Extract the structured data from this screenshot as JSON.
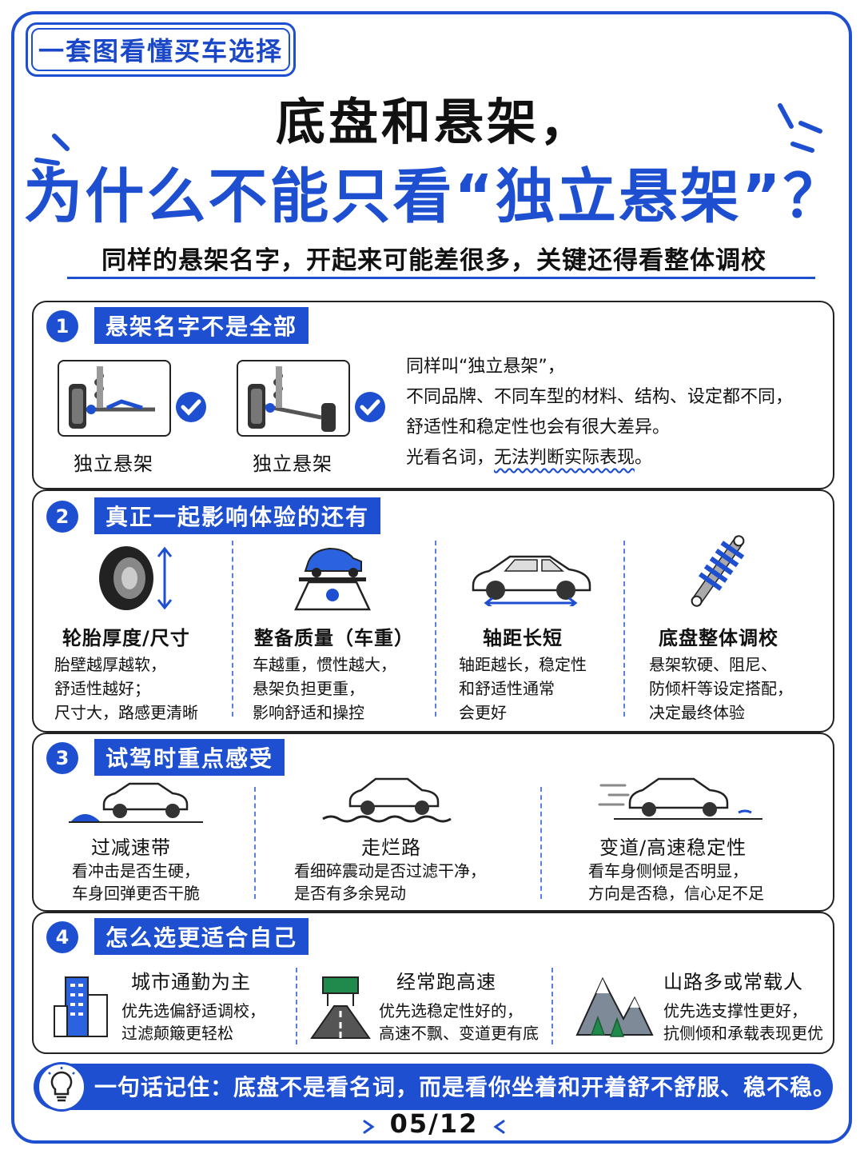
{
  "series_tag": "一套图看懂买车选择",
  "title_line1": "底盘和悬架，",
  "title_line2": "为什么不能只看“独立悬架”？",
  "subtitle": "同样的悬架名字，开起来可能差很多，关键还得看整体调校",
  "section1": {
    "number": "1",
    "title": "悬架名字不是全部",
    "items": [
      {
        "label": "独立悬架",
        "icon": "suspension-icon"
      },
      {
        "label": "独立悬架",
        "icon": "suspension-icon"
      }
    ],
    "text_lines": [
      "同样叫“独立悬架”，",
      "不同品牌、不同车型的材料、结构、设定都不同，",
      "舒适性和稳定性也会有很大差异。"
    ],
    "last_line_prefix": "光看名词，",
    "last_line_highlight": "无法判断实际表现",
    "last_line_suffix": "。"
  },
  "section2": {
    "number": "2",
    "title": "真正一起影响体验的还有",
    "items": [
      {
        "label": "轮胎厚度/尺寸",
        "lines": [
          "胎壁越厚越软，",
          "舒适性越好；",
          "尺寸大，路感更清晰"
        ],
        "icon": "tire-icon"
      },
      {
        "label": "整备质量（车重）",
        "lines": [
          "车越重，惯性越大，",
          "悬架负担更重，",
          "影响舒适和操控"
        ],
        "icon": "scale-icon"
      },
      {
        "label": "轴距长短",
        "lines": [
          "轴距越长，稳定性",
          "和舒适性通常",
          "会更好"
        ],
        "icon": "wheelbase-icon"
      },
      {
        "label": "底盘整体调校",
        "lines": [
          "悬架软硬、阻尼、",
          "防倾杆等设定搭配，",
          "决定最终体验"
        ],
        "icon": "shock-absorber-icon"
      }
    ]
  },
  "section3": {
    "number": "3",
    "title": "试驾时重点感受",
    "items": [
      {
        "label": "过减速带",
        "lines": [
          "看冲击是否生硬，",
          "车身回弹更否干脆"
        ],
        "icon": "speed-bump-car-icon"
      },
      {
        "label": "走烂路",
        "lines": [
          "看细碎震动是否过滤干净，",
          "是否有多余晃动"
        ],
        "icon": "rough-road-car-icon"
      },
      {
        "label": "变道/高速稳定性",
        "lines": [
          "看车身侧倾是否明显，",
          "方向是否稳，信心足不足"
        ],
        "icon": "fast-car-icon"
      }
    ]
  },
  "section4": {
    "number": "4",
    "title": "怎么选更适合自己",
    "items": [
      {
        "label": "城市通勤为主",
        "lines": [
          "优先选偏舒适调校，",
          "过滤颠簸更轻松"
        ],
        "icon": "city-building-icon"
      },
      {
        "label": "经常跑高速",
        "lines": [
          "优先选稳定性好的，",
          "高速不飘、变道更有底"
        ],
        "icon": "highway-icon"
      },
      {
        "label": "山路多或常载人",
        "lines": [
          "优先选支撑性更好，",
          "抗侧倾和承载表现更优"
        ],
        "icon": "mountain-icon"
      }
    ]
  },
  "banner": "一句话记住：底盘不是看名词，而是看你坐着和开着舒不舒服、稳不稳。",
  "page_number": "05/12",
  "colors": {
    "accent": "#1e4fd0",
    "text": "#111111",
    "background": "#ffffff"
  }
}
